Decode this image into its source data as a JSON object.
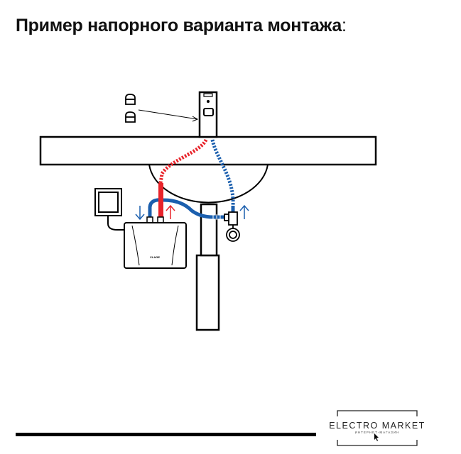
{
  "title": {
    "text": "Пример напорного варианта монтажа",
    "suffix": ":"
  },
  "heater": {
    "brand": "CLAGE"
  },
  "logo": {
    "name": "ELECTRO MARKET",
    "subtitle": "ИНТЕРНЕТ-МАГАЗИН"
  },
  "colors": {
    "hot": "#e8242b",
    "cold": "#1b5fae",
    "line": "#000000"
  }
}
